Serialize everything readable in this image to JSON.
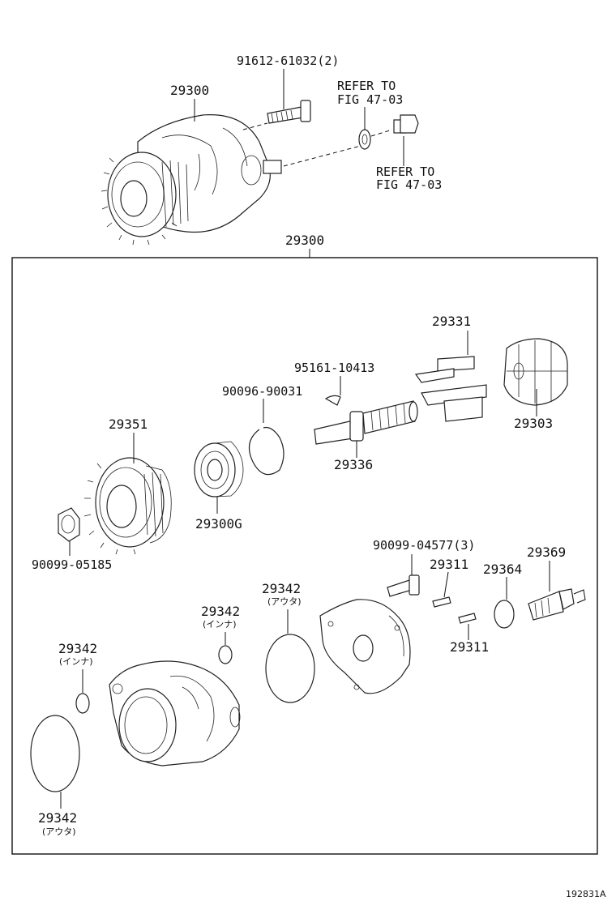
{
  "labels": {
    "top_bolt": "91612-61032(2)",
    "top_assembly": "29300",
    "refer_1_line1": "REFER TO",
    "refer_1_line2": "FIG 47-03",
    "refer_2_line1": "REFER TO",
    "refer_2_line2": "FIG 47-03",
    "box_title": "29300",
    "p29331": "29331",
    "p95161": "95161-10413",
    "p90096": "90096-90031",
    "p29303": "29303",
    "p29351": "29351",
    "p29336": "29336",
    "p29300G": "29300G",
    "p90099_05185": "90099-05185",
    "p90099_04577": "90099-04577(3)",
    "p29369": "29369",
    "p29311_a": "29311",
    "p29364": "29364",
    "p29342_outer_mid": "29342",
    "p29342_outer_mid_sub": "(アウタ)",
    "p29342_inner_mid": "29342",
    "p29342_inner_mid_sub": "(インナ)",
    "p29311_b": "29311",
    "p29342_inner_left": "29342",
    "p29342_inner_left_sub": "(インナ)",
    "p29342_outer_left": "29342",
    "p29342_outer_left_sub": "(アウタ)"
  },
  "figure_id": "192831A"
}
